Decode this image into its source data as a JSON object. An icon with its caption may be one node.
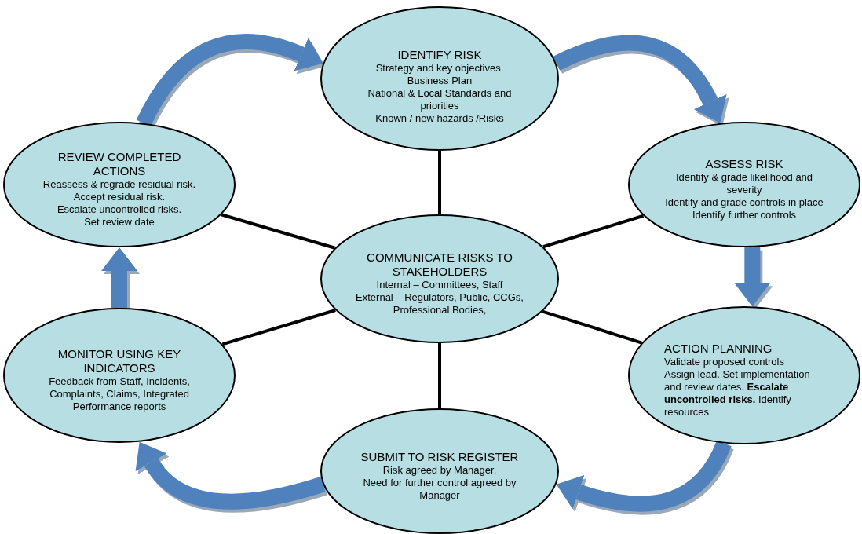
{
  "diagram": {
    "nodes": [
      {
        "text": [
          "IDENTIFY RISK",
          "Strategy and key objectives.",
          "Business Plan",
          "National & Local Standards and priorities",
          "Known  / new hazards /Risks"
        ]
      },
      {
        "text": [
          "ASSESS RISK",
          "Identify & grade likelihood and severity",
          "Identify and grade controls in place",
          "Identify further controls"
        ]
      },
      {
        "text": [
          "ACTION PLANNING",
          "Validate proposed  controls",
          "Assign lead.  Set implementation and review dates.  **Escalate uncontrolled risks.**  Identify resources"
        ]
      },
      {
        "text": [
          "SUBMIT TO RISK REGISTER",
          "Risk agreed by Manager.",
          "Need for further control agreed by Manager"
        ]
      },
      {
        "text": [
          "MONITOR USING KEY INDICATORS",
          "Feedback from Staff, Incidents, Complaints, Claims, Integrated Performance reports"
        ]
      },
      {
        "text": [
          "REVIEW COMPLETED ACTIONS",
          "Reassess & regrade residual risk.  Accept residual risk.",
          "Escalate uncontrolled risks.",
          "Set review date"
        ]
      },
      {
        "text": [
          "COMMUNICATE RISKS TO STAKEHOLDERS",
          "Internal – Committees, Staff",
          "External – Regulators, Public, CCGs, Professional Bodies,"
        ]
      }
    ],
    "edges": [
      {
        "from": 6,
        "to": 0,
        "arrow": "none"
      },
      {
        "from": 6,
        "to": 1,
        "arrow": "none"
      },
      {
        "from": 6,
        "to": 2,
        "arrow": "none"
      },
      {
        "from": 6,
        "to": 3,
        "arrow": "none"
      },
      {
        "from": 6,
        "to": 4,
        "arrow": "none"
      },
      {
        "from": 6,
        "to": 5,
        "arrow": "none"
      },
      {
        "from": 0,
        "to": 1,
        "arrow": "to",
        "style": "thick",
        "color": "#4f81bd"
      },
      {
        "from": 1,
        "to": 2,
        "arrow": "to",
        "style": "thick",
        "color": "#4f81bd"
      },
      {
        "from": 2,
        "to": 3,
        "arrow": "to",
        "style": "thick",
        "color": "#4f81bd"
      },
      {
        "from": 3,
        "to": 4,
        "arrow": "to",
        "style": "thick",
        "color": "#4f81bd"
      },
      {
        "from": 4,
        "to": 5,
        "arrow": "to",
        "style": "thick",
        "color": "#4f81bd"
      },
      {
        "from": 5,
        "to": 0,
        "arrow": "to",
        "style": "thick",
        "color": "#4f81bd"
      }
    ]
  }
}
